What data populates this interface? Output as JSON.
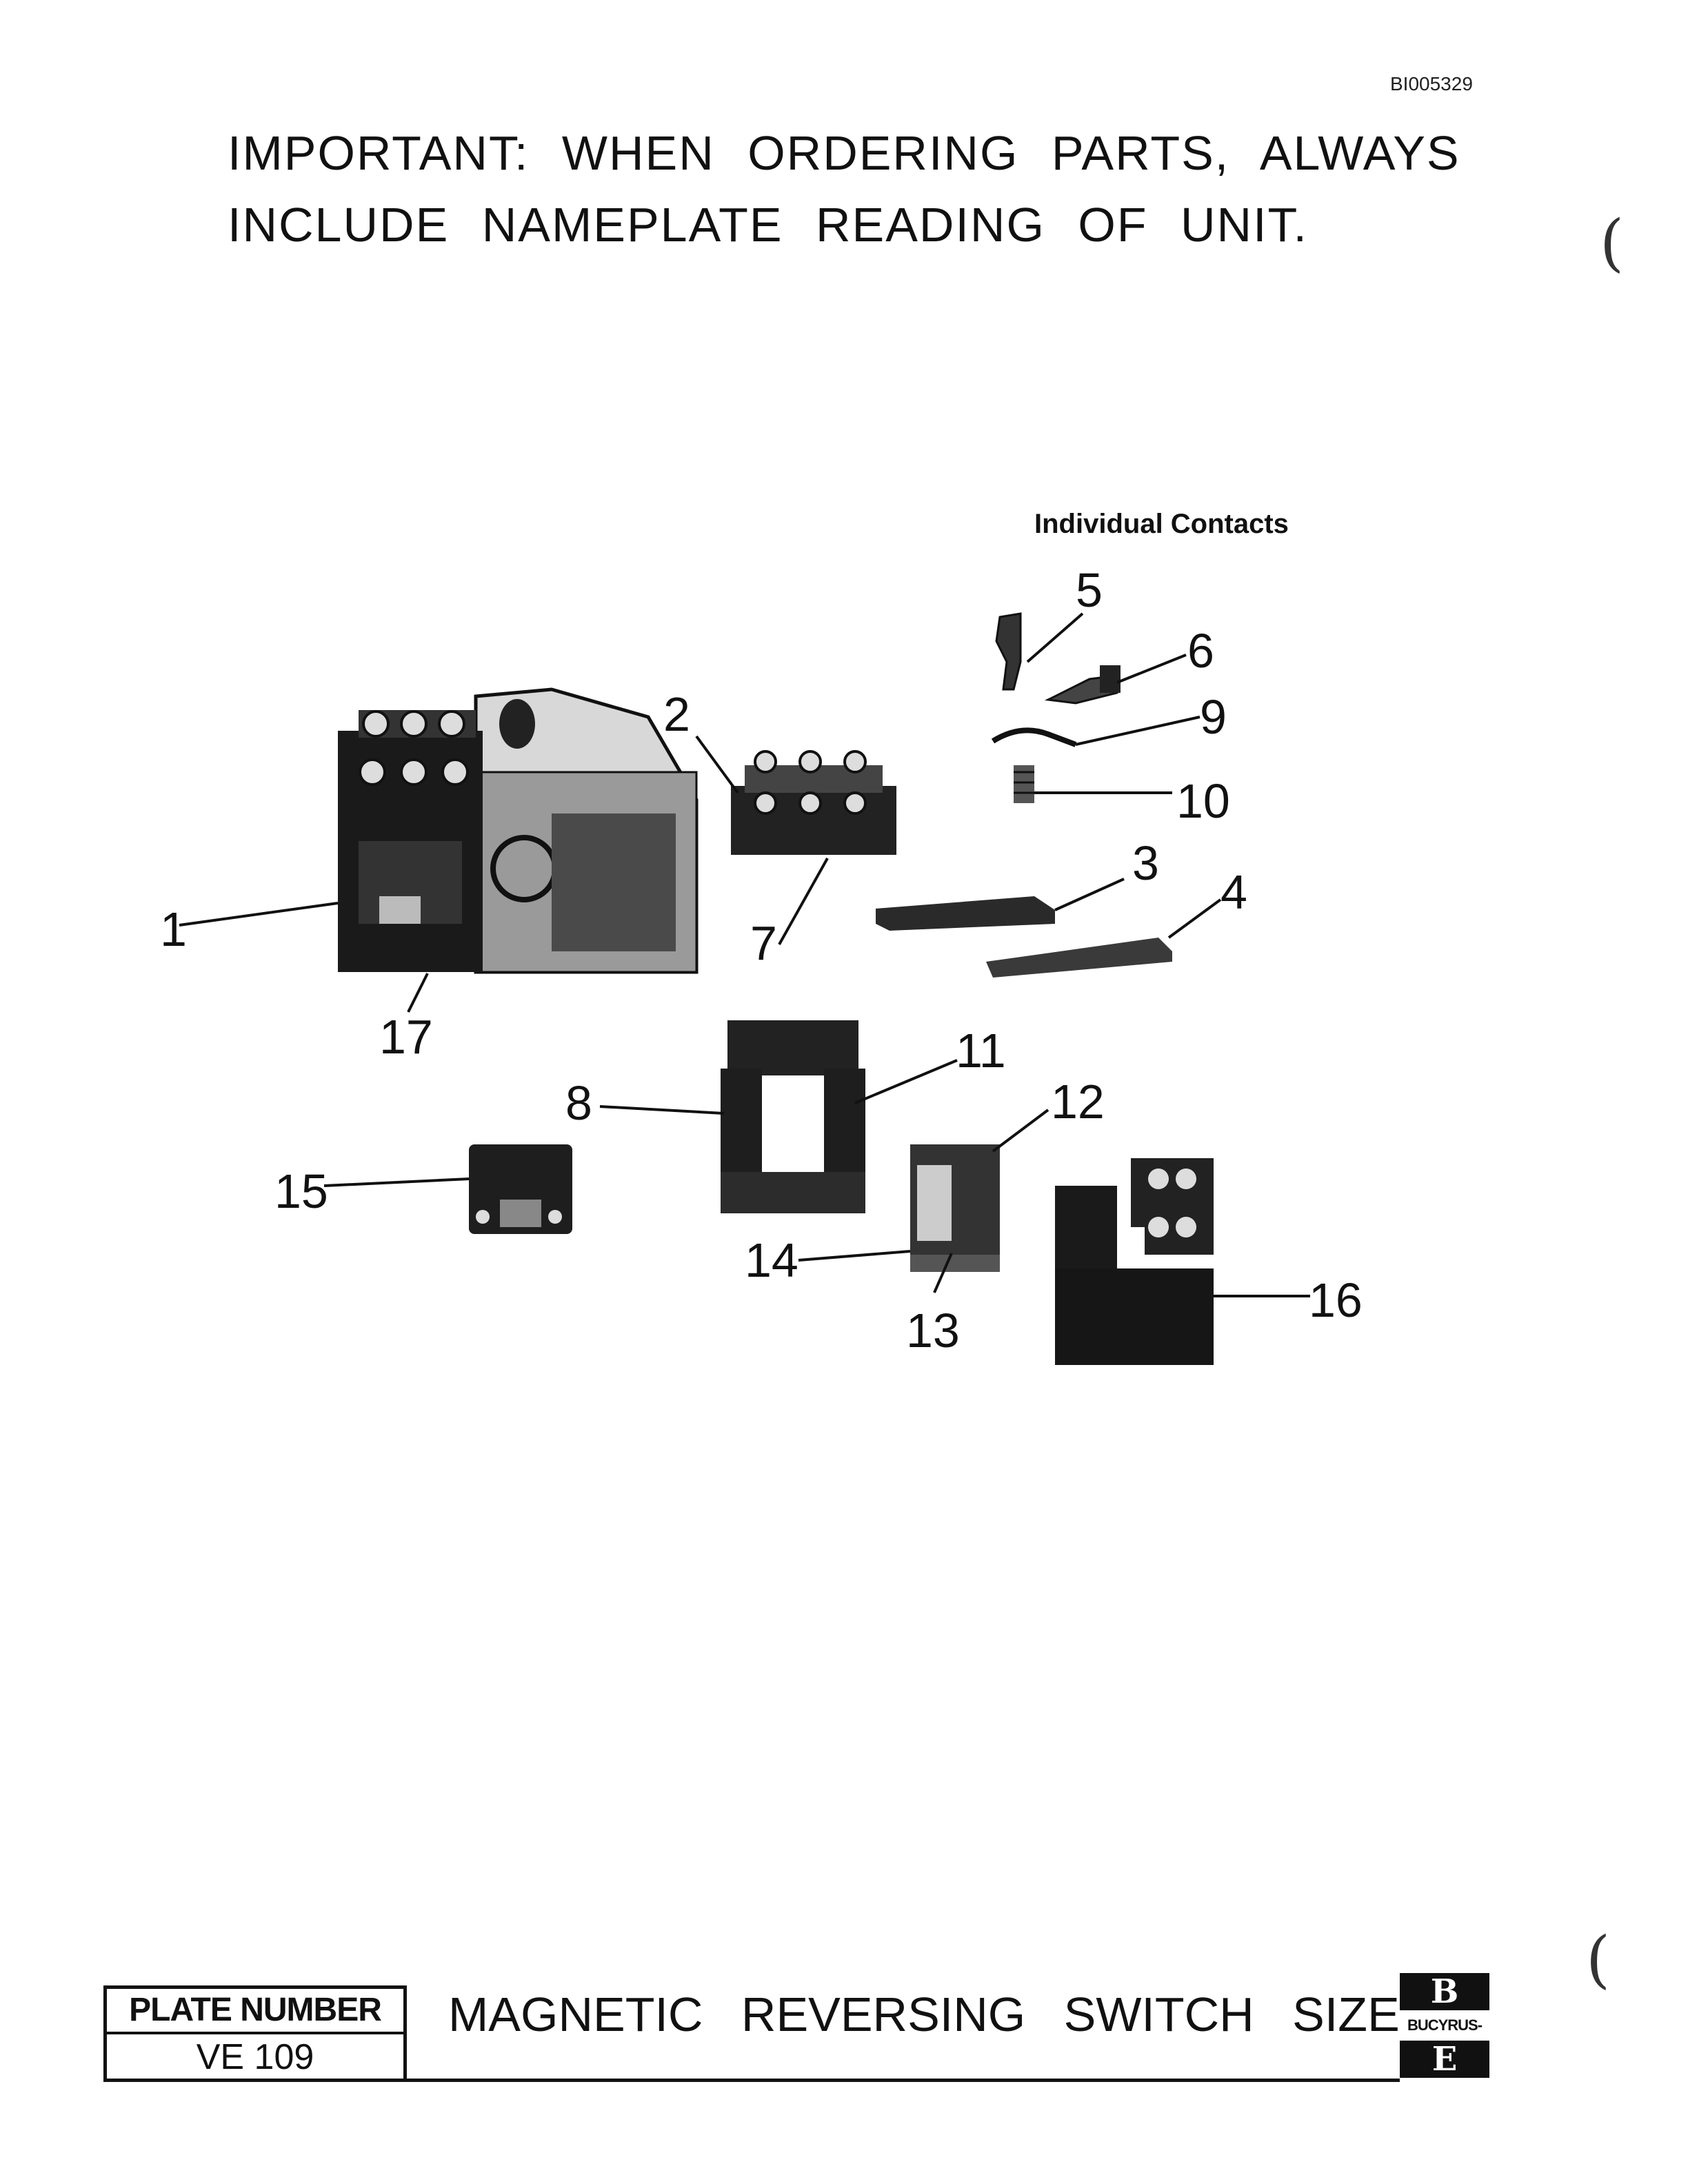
{
  "doc_id": "BI005329",
  "notice": {
    "line1": "IMPORTANT: WHEN ORDERING PARTS, ALWAYS",
    "line2": "INCLUDE NAMEPLATE READING OF UNIT."
  },
  "diagram": {
    "subheading": "Individual Contacts",
    "callouts": {
      "c1": "1",
      "c2": "2",
      "c3": "3",
      "c4": "4",
      "c5": "5",
      "c6": "6",
      "c7": "7",
      "c8": "8",
      "c9": "9",
      "c10": "10",
      "c11": "11",
      "c12": "12",
      "c13": "13",
      "c14": "14",
      "c15": "15",
      "c16": "16",
      "c17": "17"
    }
  },
  "footer": {
    "plate_label": "PLATE NUMBER",
    "plate_value": "VE 109",
    "title": "MAGNETIC REVERSING SWITCH SIZE",
    "logo_top": "B",
    "logo_name": "BUCYRUS-ERIE",
    "logo_bottom": "E"
  }
}
